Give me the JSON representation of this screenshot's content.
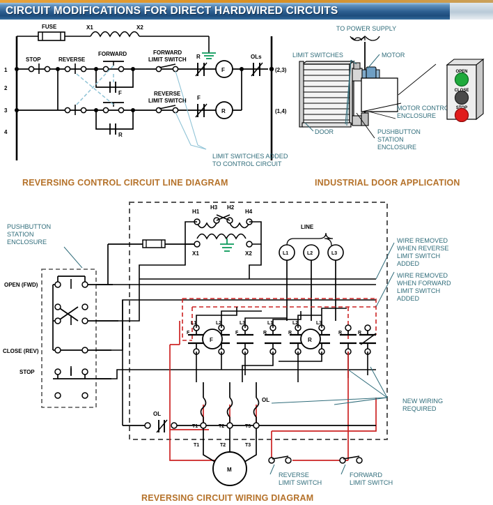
{
  "header": {
    "title": "CIRCUIT MODIFICATIONS FOR DIRECT HARDWIRED CIRCUITS",
    "accent_orange": "#d98f22",
    "accent_blue": "#2d5f91"
  },
  "theme": {
    "caption_color": "#b5722a",
    "annotation_color": "#2f6c7a",
    "wire_black": "#000000",
    "wire_red": "#cc2222",
    "removed_wire_red": "#cc2222",
    "ground_green": "#0a9a5a",
    "leader_blue": "#7fb6c9",
    "enclosure_dash": "#555555"
  },
  "panels": {
    "ladder": {
      "caption": "REVERSING CONTROL CIRCUIT LINE DIAGRAM",
      "fuse_label": "FUSE",
      "transformer": {
        "x1": "X1",
        "x2": "X2"
      },
      "rung_numbers": [
        "1",
        "2",
        "3",
        "4"
      ],
      "rung1": {
        "stop": "STOP",
        "reverse": "REVERSE",
        "forward": "FORWARD",
        "limit_switch": "FORWARD\nLIMIT SWITCH",
        "limit_switch_l1": "FORWARD",
        "limit_switch_l2": "LIMIT SWITCH",
        "interlock_contact": "R",
        "coil": "F",
        "overload": "OLs",
        "right_ref": "(2,3)",
        "seal_in": "F"
      },
      "rung3": {
        "limit_switch_l1": "REVERSE",
        "limit_switch_l2": "LIMIT SWITCH",
        "interlock_contact": "F",
        "coil": "R",
        "right_ref": "(1,4)",
        "seal_in": "R"
      },
      "annotation": {
        "line1": "LIMIT SWITCHES ADDED",
        "line2": "TO CONTROL CIRCUIT"
      }
    },
    "door": {
      "caption": "INDUSTRIAL DOOR APPLICATION",
      "labels": {
        "power_supply": "TO POWER SUPPLY",
        "limit_switches": "LIMIT SWITCHES",
        "motor": "MOTOR",
        "motor_control_enclosure_l1": "MOTOR CONTROL",
        "motor_control_enclosure_l2": "ENCLOSURE",
        "pushbutton_station_l1": "PUSHBUTTON",
        "pushbutton_station_l2": "STATION",
        "pushbutton_station_l3": "ENCLOSURE",
        "door": "DOOR"
      },
      "station_buttons": [
        {
          "label": "OPEN",
          "color": "#1faa3c"
        },
        {
          "label": "CLOSE",
          "color": "#4a4a4a"
        },
        {
          "label": "STOP",
          "color": "#e01b1b"
        }
      ]
    },
    "wiring": {
      "caption": "REVERSING CIRCUIT WIRING DIAGRAM",
      "pushbutton_enclosure_label_l1": "PUSHBUTTON",
      "pushbutton_enclosure_label_l2": "STATION",
      "pushbutton_enclosure_label_l3": "ENCLOSURE",
      "station_rows": [
        "OPEN (FWD)",
        "CLOSE (REV)",
        "STOP"
      ],
      "transformer": {
        "h1": "H1",
        "h3": "H3",
        "h2": "H2",
        "h4": "H4",
        "x1": "X1",
        "x2": "X2"
      },
      "line_label": "LINE",
      "line_terminals": [
        "L1",
        "L2",
        "L3"
      ],
      "contactor_terminals": [
        "L1",
        "L2",
        "L3",
        "L1",
        "L2",
        "L3"
      ],
      "contactor_f_label": "F",
      "contactor_r_label": "R",
      "coil_f": "F",
      "coil_r": "R",
      "overload_label": "OL",
      "motor_label": "M",
      "motor_terminals": [
        "T1",
        "T2",
        "T3"
      ],
      "annotations": {
        "wire_removed_reverse": [
          "WIRE REMOVED",
          "WHEN REVERSE",
          "LIMIT SWITCH",
          "ADDED"
        ],
        "wire_removed_forward": [
          "WIRE REMOVED",
          "WHEN FORWARD",
          "LIMIT SWITCH",
          "ADDED"
        ],
        "new_wiring": [
          "NEW WIRING",
          "REQUIRED"
        ],
        "reverse_limit_switch": [
          "REVERSE",
          "LIMIT SWITCH"
        ],
        "forward_limit_switch": [
          "FORWARD",
          "LIMIT SWITCH"
        ]
      }
    }
  }
}
